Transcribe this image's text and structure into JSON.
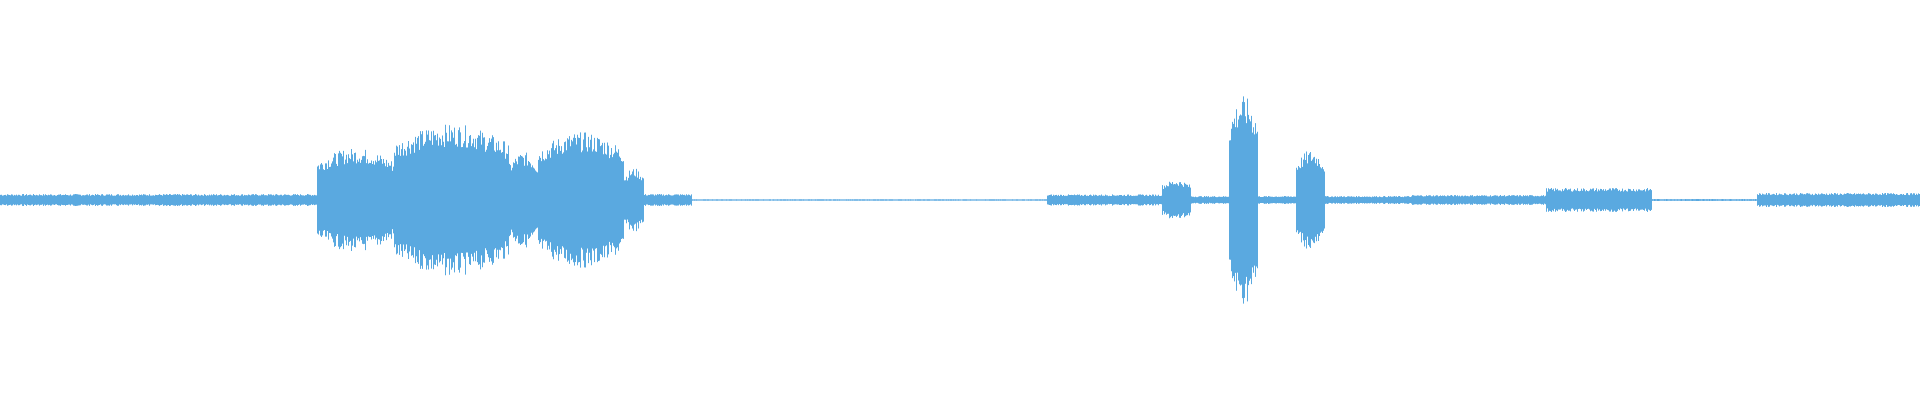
{
  "waveform": {
    "color": "#5aa9e0",
    "background": "#ffffff",
    "segments": [
      {
        "from": 0.0,
        "to": 0.165,
        "amp": 0.03
      },
      {
        "from": 0.165,
        "to": 0.205,
        "amp": 0.26
      },
      {
        "from": 0.205,
        "to": 0.265,
        "amp": 0.38
      },
      {
        "from": 0.265,
        "to": 0.28,
        "amp": 0.24
      },
      {
        "from": 0.28,
        "to": 0.325,
        "amp": 0.34
      },
      {
        "from": 0.325,
        "to": 0.335,
        "amp": 0.16
      },
      {
        "from": 0.335,
        "to": 0.36,
        "amp": 0.03
      },
      {
        "from": 0.36,
        "to": 0.545,
        "amp": 0.004
      },
      {
        "from": 0.545,
        "to": 0.605,
        "amp": 0.028
      },
      {
        "from": 0.605,
        "to": 0.62,
        "amp": 0.1
      },
      {
        "from": 0.62,
        "to": 0.64,
        "amp": 0.02
      },
      {
        "from": 0.64,
        "to": 0.655,
        "amp": 0.52
      },
      {
        "from": 0.655,
        "to": 0.675,
        "amp": 0.02
      },
      {
        "from": 0.675,
        "to": 0.69,
        "amp": 0.25
      },
      {
        "from": 0.69,
        "to": 0.735,
        "amp": 0.02
      },
      {
        "from": 0.735,
        "to": 0.805,
        "amp": 0.025
      },
      {
        "from": 0.805,
        "to": 0.86,
        "amp": 0.06
      },
      {
        "from": 0.86,
        "to": 0.915,
        "amp": 0.005
      },
      {
        "from": 0.915,
        "to": 1.0,
        "amp": 0.035
      }
    ]
  }
}
